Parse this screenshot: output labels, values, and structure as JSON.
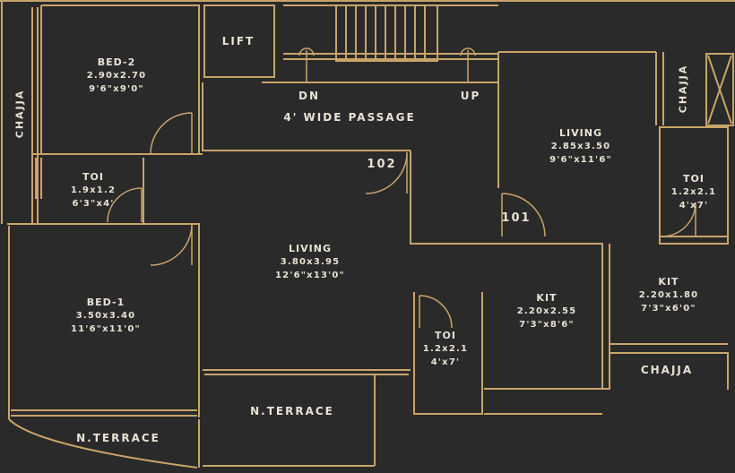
{
  "colors": {
    "background": "#2a2a2a",
    "wall": "#c9a46a",
    "text": "#e9e2d4"
  },
  "rooms": {
    "bed2": {
      "name": "BED-2",
      "dim_m": "2.90x2.70",
      "dim_ft": "9'6\"x9'0\""
    },
    "toi_left": {
      "name": "TOI",
      "dim_m": "1.9x1.2",
      "dim_ft": "6'3\"x4'"
    },
    "bed1": {
      "name": "BED-1",
      "dim_m": "3.50x3.40",
      "dim_ft": "11'6\"x11'0\""
    },
    "living_102": {
      "name": "LIVING",
      "dim_m": "3.80x3.95",
      "dim_ft": "12'6\"x13'0\""
    },
    "living_101": {
      "name": "LIVING",
      "dim_m": "2.85x3.50",
      "dim_ft": "9'6\"x11'6\""
    },
    "toi_right": {
      "name": "TOI",
      "dim_m": "1.2x2.1",
      "dim_ft": "4'x7'"
    },
    "kit_right": {
      "name": "KIT",
      "dim_m": "2.20x1.80",
      "dim_ft": "7'3\"x6'0\""
    },
    "kit_center": {
      "name": "KIT",
      "dim_m": "2.20x2.55",
      "dim_ft": "7'3\"x8'6\""
    },
    "toi_center": {
      "name": "TOI",
      "dim_m": "1.2x2.1",
      "dim_ft": "4'x7'"
    }
  },
  "labels": {
    "lift": "LIFT",
    "passage": "4' WIDE PASSAGE",
    "stair_dn": "DN",
    "stair_up": "UP",
    "flat_102": "102",
    "flat_101": "101",
    "chajja_left": "CHAJJA",
    "chajja_top_right": "CHAJJA",
    "chajja_bottom_right": "CHAJJA",
    "terrace_center": "N.TERRACE",
    "terrace_left": "N.TERRACE"
  }
}
